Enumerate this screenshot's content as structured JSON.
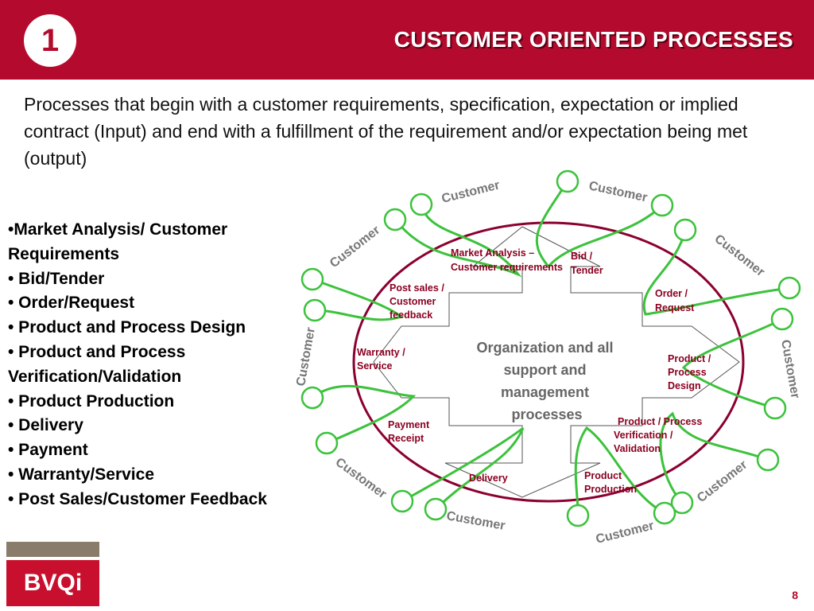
{
  "header": {
    "badge": "1",
    "title": "CUSTOMER ORIENTED PROCESSES"
  },
  "intro": "Processes that begin with a customer requirements, specification, expectation or implied contract (Input) and end with a fulfillment of the requirement and/or expectation being met (output)",
  "bullets": [
    "•Market Analysis/ Customer Requirements",
    "• Bid/Tender",
    "• Order/Request",
    "• Product and Process Design",
    "• Product and Process Verification/Validation",
    "• Product Production",
    "• Delivery",
    "• Payment",
    "• Warranty/Service",
    "• Post Sales/Customer Feedback"
  ],
  "diagram": {
    "center": [
      "Organization and all",
      "support and",
      "management",
      "processes"
    ],
    "process_labels": {
      "market": [
        "Market Analysis –",
        "Customer requirements"
      ],
      "bid": [
        "Bid /",
        "Tender"
      ],
      "order": [
        "Order /",
        "Request"
      ],
      "post_sales": [
        "Post sales /",
        "Customer",
        "feedback"
      ],
      "warranty": [
        "Warranty /",
        "Service"
      ],
      "design": [
        "Product /",
        "Process",
        "Design"
      ],
      "payment": [
        "Payment",
        "Receipt"
      ],
      "verification": [
        "Product / Process",
        "Verification /",
        "Validation"
      ],
      "delivery": [
        "Delivery"
      ],
      "production": [
        "Product",
        "Production"
      ]
    },
    "customer_label": "Customer"
  },
  "colors": {
    "brand": "#b40a2d",
    "loop": "#3cc23c",
    "ellipse": "#8b0030"
  },
  "footer": {
    "logo": "BVQi",
    "page": "8"
  }
}
